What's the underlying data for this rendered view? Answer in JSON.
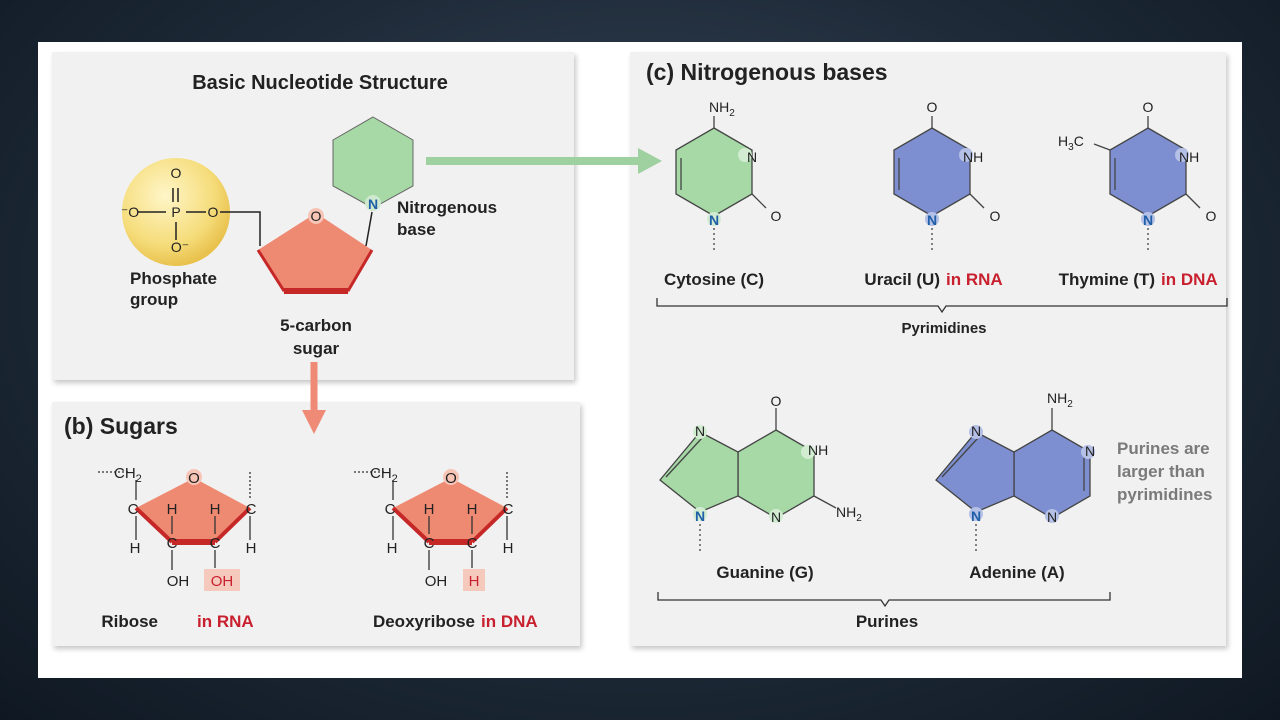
{
  "panel_a": {
    "title": "Basic Nucleotide Structure",
    "phosphate": {
      "label_line1": "Phosphate",
      "label_line2": "group",
      "atom_p": "P",
      "atom_o": "O",
      "atom_o_left": "⁻O",
      "atom_o_bottom": "O⁻"
    },
    "sugar": {
      "label_line1": "5-carbon",
      "label_line2": "sugar",
      "ring_atom": "O"
    },
    "base": {
      "label_line1": "Nitrogenous",
      "label_line2": "base",
      "atom": "N"
    }
  },
  "panel_b": {
    "title": "(b) Sugars",
    "ch2": "CH",
    "ch2_sub": "2",
    "atom_c": "C",
    "atom_h": "H",
    "atom_o": "O",
    "oh": "OH",
    "ribose": {
      "name": "Ribose",
      "suffix": "in RNA",
      "highlight": "OH"
    },
    "deoxyribose": {
      "name": "Deoxyribose",
      "suffix": "in DNA",
      "highlight": "H"
    }
  },
  "panel_c": {
    "title": "(c) Nitrogenous bases",
    "atoms": {
      "n": "N",
      "nh": "NH",
      "o": "O",
      "nh2": "NH",
      "h3c": "H",
      "h3c_tail": "C",
      "sub2": "2",
      "sub3": "3"
    },
    "cytosine": {
      "name": "Cytosine (C)"
    },
    "uracil": {
      "name": "Uracil (U)",
      "suffix": "in RNA"
    },
    "thymine": {
      "name": "Thymine (T)",
      "suffix": "in DNA"
    },
    "pyrimidines_label": "Pyrimidines",
    "guanine": {
      "name": "Guanine (G)"
    },
    "adenine": {
      "name": "Adenine (A)"
    },
    "purines_label": "Purines",
    "note": [
      "Purines are",
      "larger than",
      "pyrimidines"
    ]
  },
  "colors": {
    "phosphate_fill": "#f5dc7a",
    "sugar_fill": "#ef8a72",
    "sugar_edge": "#c62828",
    "pyrimidine_green": "#9fd4a0",
    "purine_blue": "#7d8fd0",
    "accent_red": "#c8202e",
    "nitrogen_blue": "#1f5fa8",
    "arrow_green": "#9fd09f",
    "arrow_salmon": "#ee8a76"
  }
}
